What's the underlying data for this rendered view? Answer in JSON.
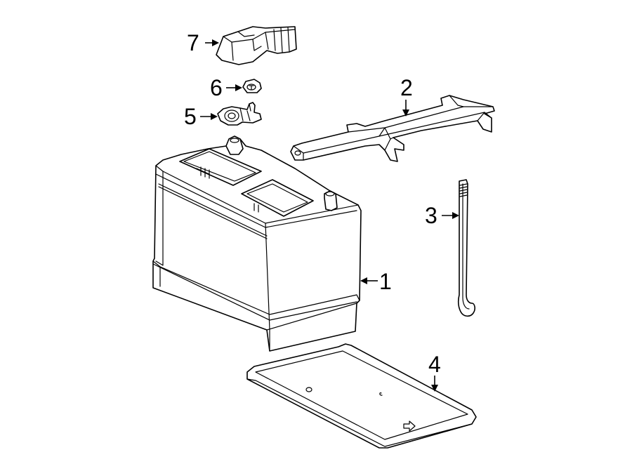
{
  "diagram": {
    "callouts": [
      {
        "id": "1",
        "label": "1",
        "part": "battery"
      },
      {
        "id": "2",
        "label": "2",
        "part": "hold-down-bracket"
      },
      {
        "id": "3",
        "label": "3",
        "part": "hold-down-rod"
      },
      {
        "id": "4",
        "label": "4",
        "part": "battery-tray"
      },
      {
        "id": "5",
        "label": "5",
        "part": "terminal-clamp"
      },
      {
        "id": "6",
        "label": "6",
        "part": "nut"
      },
      {
        "id": "7",
        "label": "7",
        "part": "terminal-cover"
      }
    ]
  }
}
